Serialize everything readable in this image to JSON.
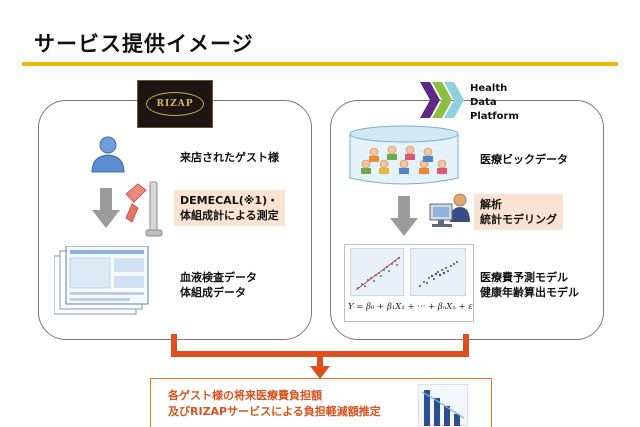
{
  "header": {
    "title": "サービス提供イメージ"
  },
  "left_panel": {
    "logo_text": "RIZAP",
    "steps": [
      {
        "label": "来店されたゲスト様"
      },
      {
        "label": "DEMECAL(※1)・",
        "label2": "体組成計による測定"
      },
      {
        "label": "血液検査データ",
        "label2": "体組成データ"
      }
    ]
  },
  "right_panel": {
    "logo_lines": [
      "Health",
      "Data",
      "Platform"
    ],
    "steps": [
      {
        "label": "医療ビックデータ"
      },
      {
        "label": "解析",
        "label2": "統計モデリング"
      },
      {
        "label": "医療費予測モデル",
        "label2": "健康年齢算出モデル"
      }
    ],
    "formula": "Y = β₀ + β₁X₁ + ··· + βₙXₙ + ε"
  },
  "result": {
    "line1": "各ゲスト様の将来医療費負担額",
    "line2": "及びRIZAPサービスによる負担軽減額推定"
  },
  "colors": {
    "accent_yellow": "#f2b705",
    "arrow_orange": "#e04e1b",
    "highlight": "#fbe3d4",
    "result_text": "#d9531e"
  }
}
